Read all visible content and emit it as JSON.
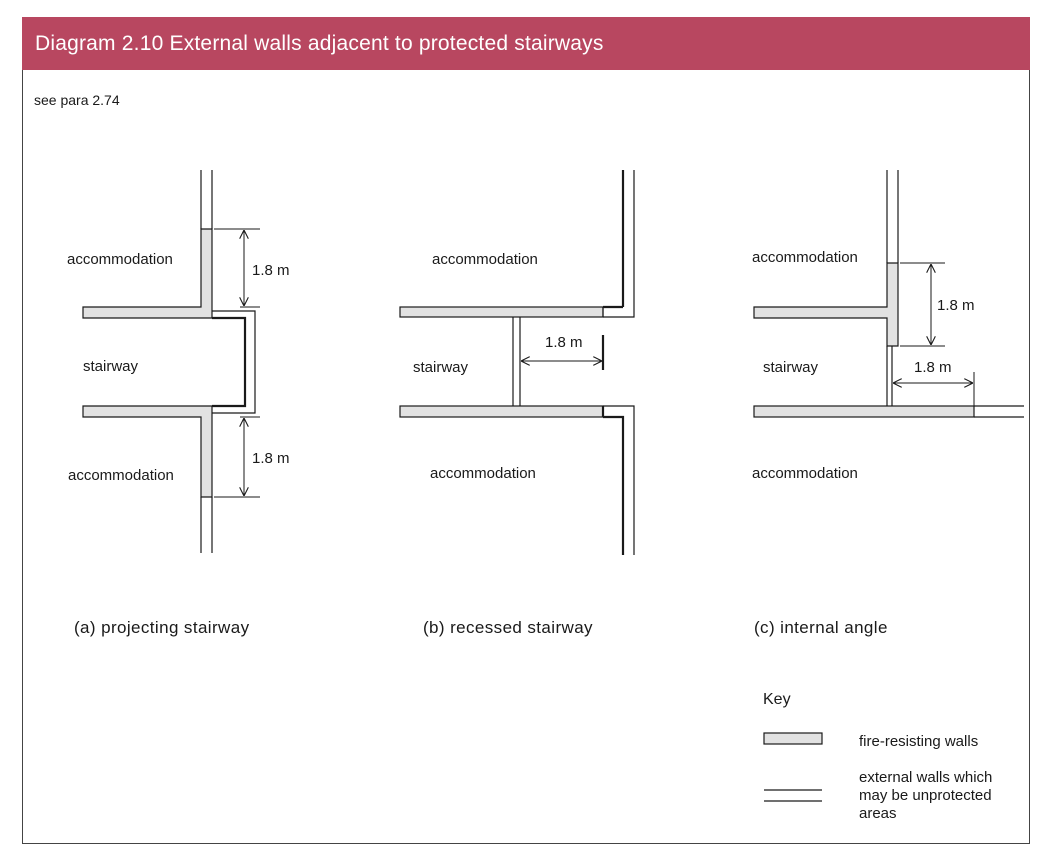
{
  "header": {
    "title": "Diagram 2.10 External walls adjacent to protected stairways"
  },
  "reference": "see para 2.74",
  "diagrams": {
    "a": {
      "caption": "(a) projecting stairway",
      "top_room": "accommodation",
      "middle_room": "stairway",
      "bottom_room": "accommodation",
      "dim_top": "1.8 m",
      "dim_bottom": "1.8 m"
    },
    "b": {
      "caption": "(b) recessed stairway",
      "top_room": "accommodation",
      "middle_room": "stairway",
      "bottom_room": "accommodation",
      "dim_horizontal": "1.8 m"
    },
    "c": {
      "caption": "(c) internal angle",
      "top_room": "accommodation",
      "middle_room": "stairway",
      "bottom_room": "accommodation",
      "dim_vertical": "1.8 m",
      "dim_horizontal": "1.8 m"
    }
  },
  "key": {
    "heading": "Key",
    "items": [
      {
        "label": "fire-resisting walls"
      },
      {
        "label_lines": [
          "external walls which",
          "may be unprotected",
          "areas"
        ]
      }
    ]
  }
}
